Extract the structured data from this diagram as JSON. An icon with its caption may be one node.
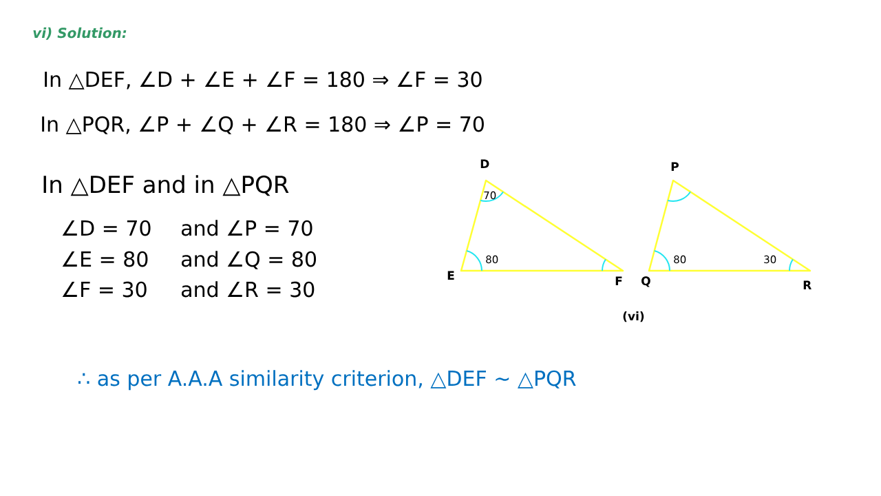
{
  "diagram": {
    "labels": [
      "vi) Solution:",
      "In △DEF,  ∠D + ∠E + ∠F = 180 ⇒ ∠F = 30",
      "In △PQR,  ∠P + ∠Q + ∠R = 180 ⇒ ∠P = 70",
      "In △DEF and in △PQR",
      "∠D = 70",
      "and ∠P = 70",
      "∠E = 80",
      "and ∠Q = 80",
      "∠F = 30",
      "and ∠R = 30",
      "D",
      "70",
      "E",
      "80",
      "F",
      "P",
      "Q",
      "80",
      "30",
      "R",
      "(vi)",
      "∴ as per A.A.A similarity criterion, △DEF ∼ △PQR"
    ]
  }
}
